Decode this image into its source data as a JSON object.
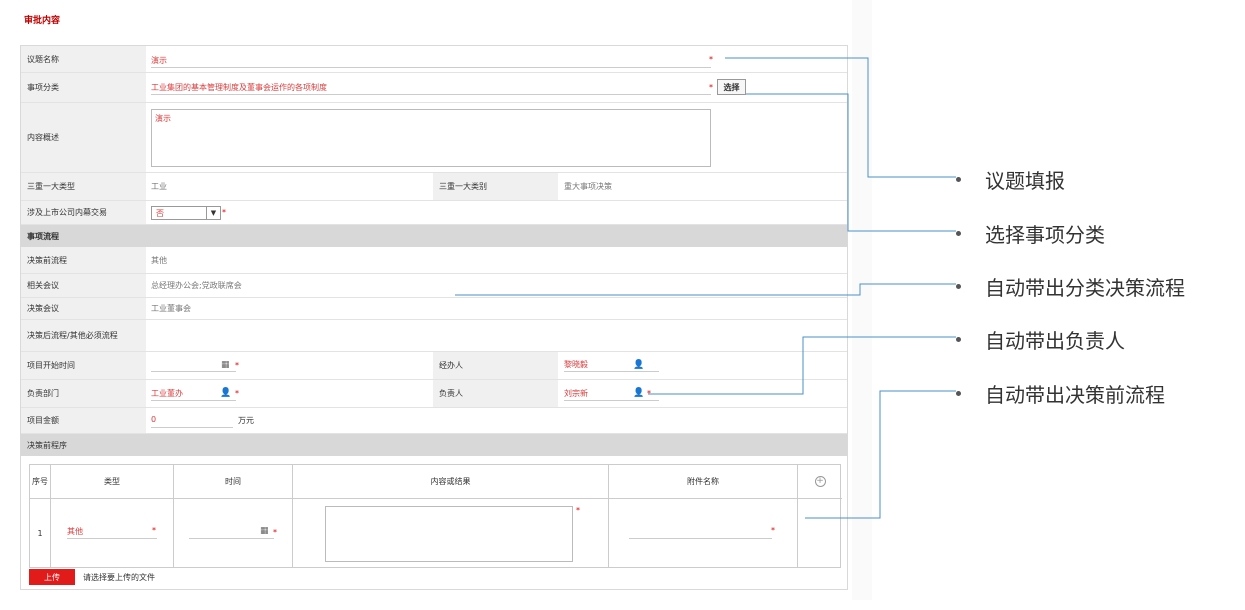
{
  "page": {
    "section_title": "审批内容"
  },
  "form": {
    "topic_name": {
      "label": "议题名称",
      "value": "演示",
      "required": "*"
    },
    "item_category": {
      "label": "事项分类",
      "value": "工业集团的基本管理制度及董事会运作的各项制度",
      "required": "*",
      "button": "选择"
    },
    "summary": {
      "label": "内容概述",
      "value": "演示"
    },
    "major_type": {
      "label": "三重一大类型",
      "value": "工业"
    },
    "major_class": {
      "label": "三重一大类别",
      "value": "重大事项决策"
    },
    "listed_insider": {
      "label": "涉及上市公司内幕交易",
      "value": "否",
      "required": "*"
    },
    "process_header": "事项流程",
    "pre_decision_process": {
      "label": "决策前流程",
      "value": "其他"
    },
    "related_meeting": {
      "label": "相关会议",
      "value": "总经理办公会;党政联席会"
    },
    "decision_meeting": {
      "label": "决策会议",
      "value": "工业董事会"
    },
    "post_decision_process": {
      "label": "决策后流程/其他必须流程",
      "value": ""
    },
    "start_time": {
      "label": "项目开始时间",
      "value": "",
      "required": "*"
    },
    "handler": {
      "label": "经办人",
      "value": "黎晓毅"
    },
    "responsible_dept": {
      "label": "负责部门",
      "value": "工业董办",
      "required": "*"
    },
    "responsible_person": {
      "label": "负责人",
      "value": "刘宗新",
      "required": "*"
    },
    "project_amount": {
      "label": "项目金额",
      "value": "0",
      "unit": "万元"
    },
    "pre_decision_program_header": "决策前程序"
  },
  "program_table": {
    "headers": [
      "序号",
      "类型",
      "时间",
      "内容或结果",
      "附件名称"
    ],
    "rows": [
      {
        "index": "1",
        "type": "其他",
        "time": "",
        "content": "",
        "attachment": ""
      }
    ],
    "required": "*"
  },
  "upload": {
    "button": "上传",
    "hint": "请选择要上传的文件"
  },
  "callouts": [
    "议题填报",
    "选择事项分类",
    "自动带出分类决策流程",
    "自动带出负责人",
    "自动带出决策前流程"
  ],
  "colors": {
    "accent_red": "#e11a1a",
    "title_red": "#c00000",
    "field_red_text": "#d93b3b",
    "callout_line": "#4a90c8",
    "label_bg": "#f0f0f0",
    "group_bg": "#d8d8d8"
  }
}
